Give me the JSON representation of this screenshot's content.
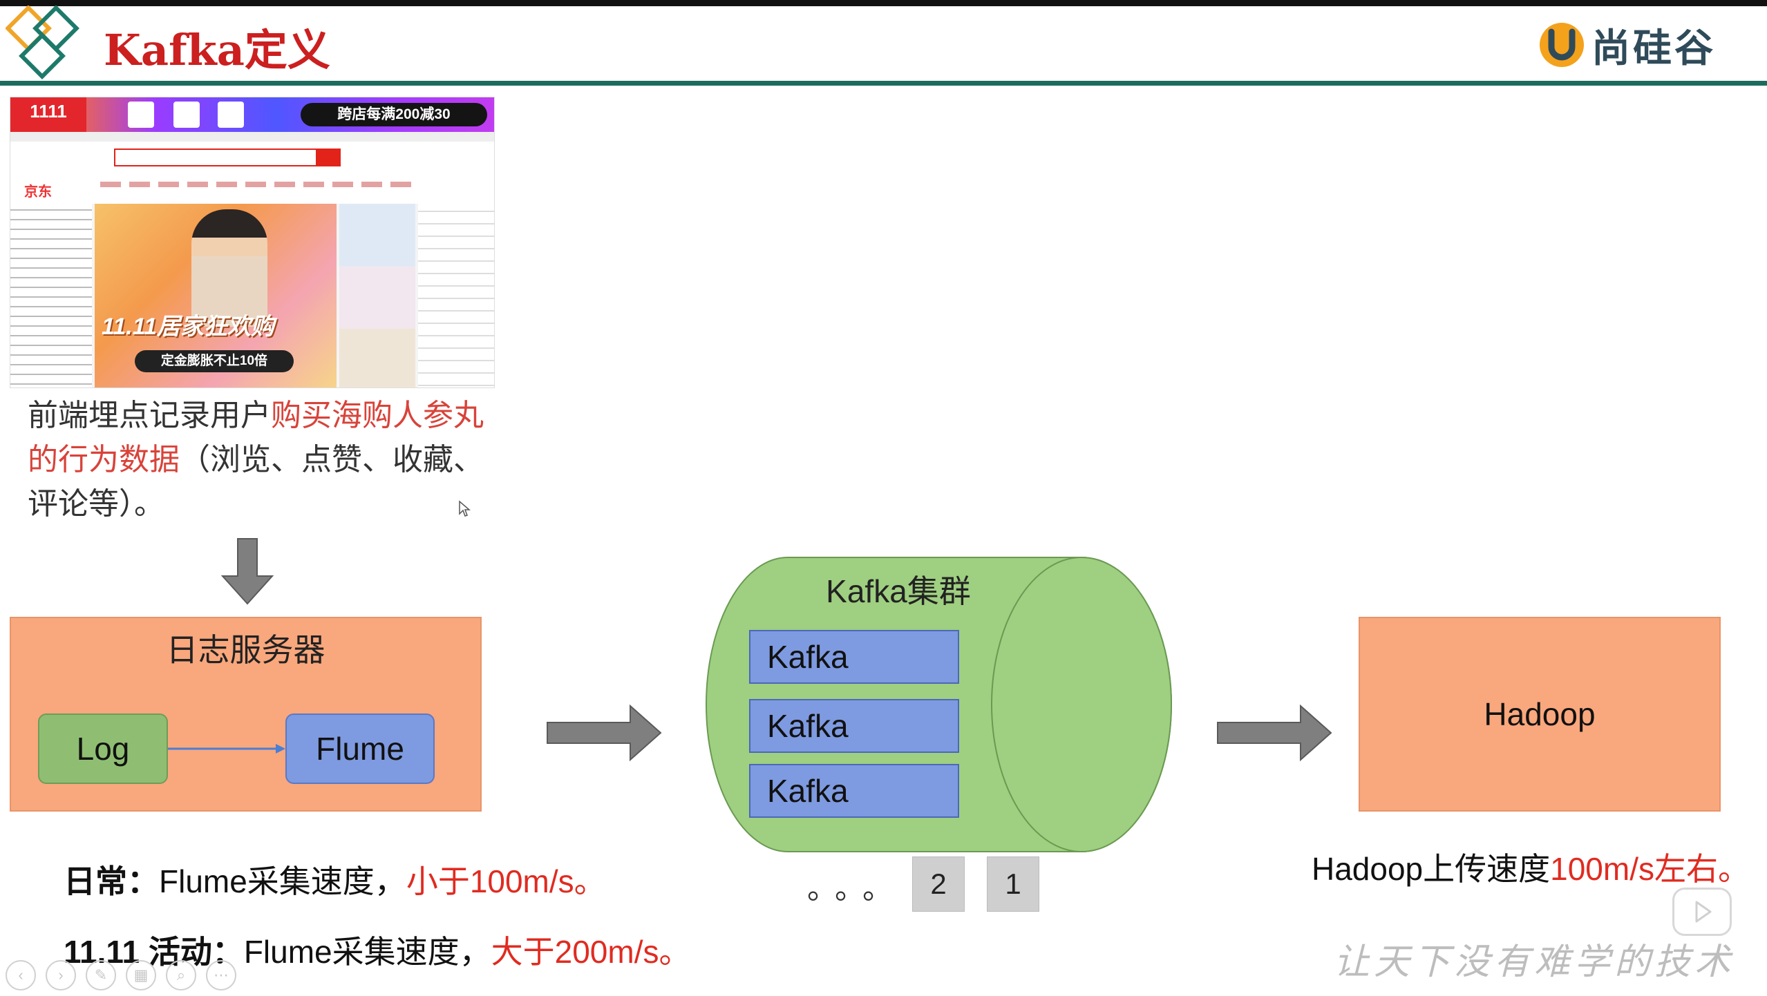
{
  "header": {
    "title": "Kafka定义",
    "brand": "尚硅谷"
  },
  "screenshot": {
    "badge": "1111",
    "promo": "跨店每满200减30",
    "site": "京东",
    "banner_title": "11.11居家狂欢购",
    "banner_button": "定金膨胀不止10倍"
  },
  "description": {
    "part1": "前端埋点记录用户",
    "highlight": "购买海购人参丸的行为数据",
    "part2": "（浏览、点赞、收藏、评论等）。"
  },
  "log_server": {
    "title": "日志服务器",
    "log": "Log",
    "flume": "Flume"
  },
  "kafka": {
    "title": "Kafka集群",
    "brokers": [
      "Kafka",
      "Kafka",
      "Kafka"
    ],
    "ellipsis": "。。。",
    "partitions": [
      "2",
      "1"
    ]
  },
  "hadoop": {
    "label": "Hadoop"
  },
  "stats": {
    "daily_label": "日常：",
    "daily_text": "Flume采集速度，",
    "daily_value": "小于100m/s。",
    "event_label": "11.11 活动：",
    "event_text": "Flume采集速度，",
    "event_value": "大于200m/s。",
    "hadoop_text": "Hadoop上传速度",
    "hadoop_value": "100m/s左右。"
  },
  "footer": {
    "slogan": "让天下没有难学的技术"
  },
  "colors": {
    "title_red": "#cc1f1f",
    "header_line": "#1d6b5f",
    "box_orange": "#f9a77d",
    "green": "#8fbe72",
    "blue": "#7e9ae0",
    "cluster_green": "#9fcf80",
    "highlight_red": "#e02b20"
  }
}
